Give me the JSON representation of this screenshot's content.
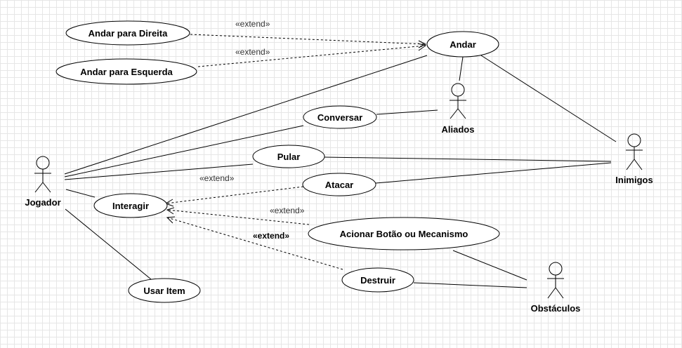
{
  "actors": {
    "jogador": "Jogador",
    "aliados": "Aliados",
    "inimigos": "Inimigos",
    "obstaculos": "Obstáculos"
  },
  "use_cases": {
    "andar_direita": "Andar para Direita",
    "andar_esquerda": "Andar para Esquerda",
    "andar": "Andar",
    "conversar": "Conversar",
    "pular": "Pular",
    "atacar": "Atacar",
    "interagir": "Interagir",
    "acionar": "Acionar Botão ou Mecanismo",
    "destruir": "Destruir",
    "usar_item": "Usar Item"
  },
  "relations": {
    "extend": "«extend»"
  }
}
